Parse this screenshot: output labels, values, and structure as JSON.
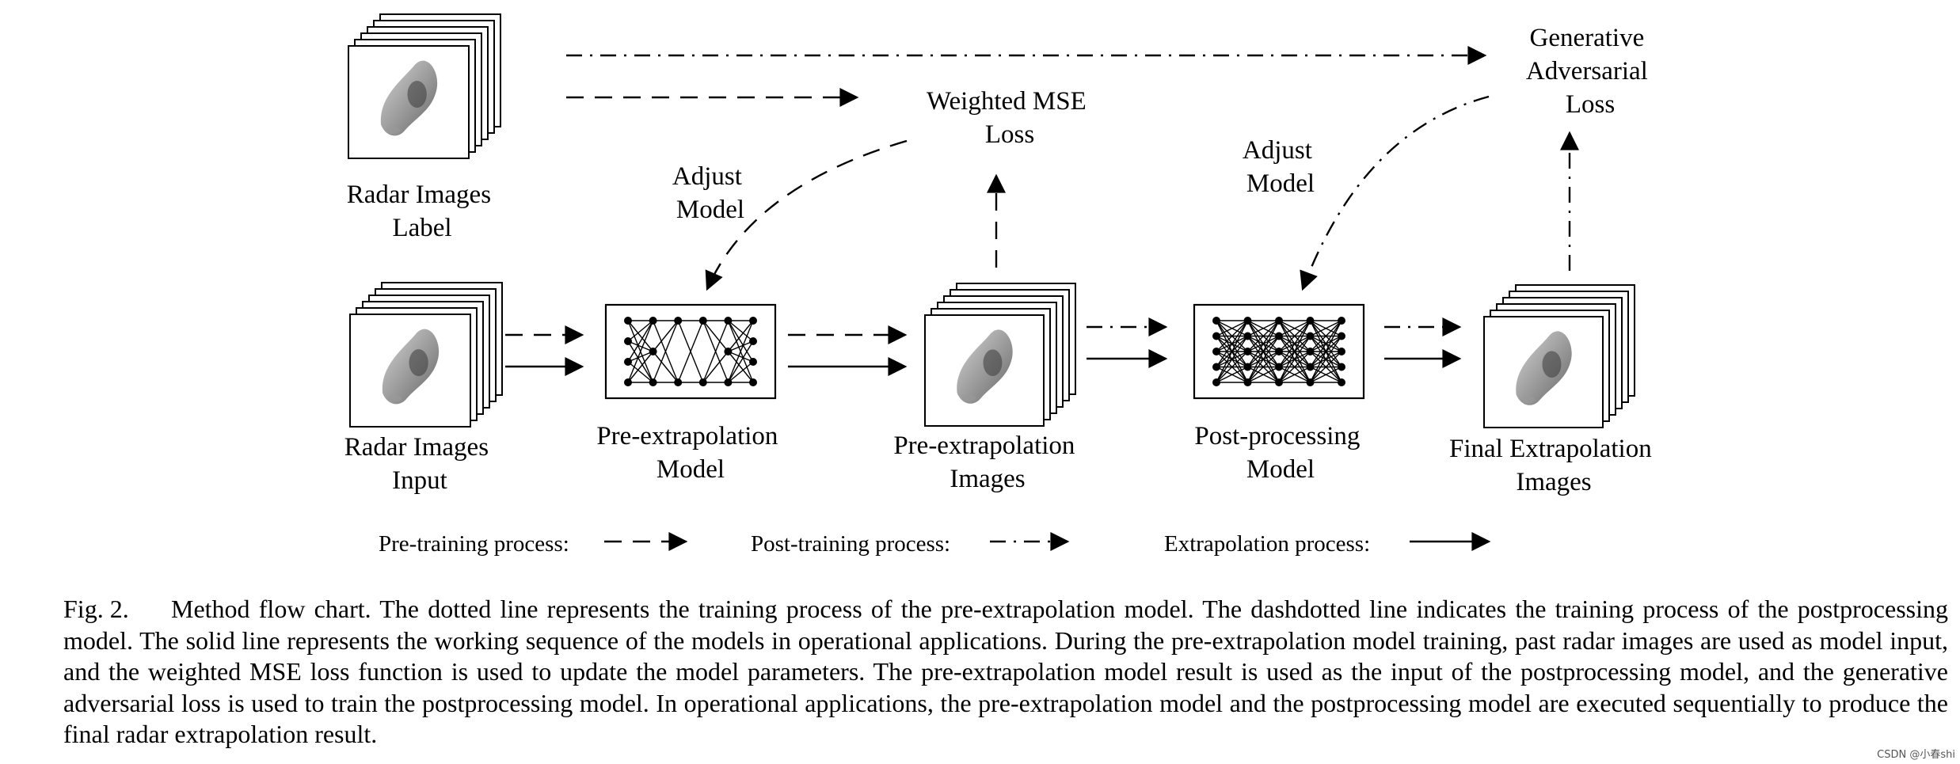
{
  "nodes": {
    "label_stack": [
      "Radar Images",
      "Label"
    ],
    "input_stack": [
      "Radar Images",
      "Input"
    ],
    "pre_model": [
      "Pre-extrapolation",
      "Model"
    ],
    "pre_images": [
      "Pre-extrapolation",
      "Images"
    ],
    "post_model": [
      "Post-processing",
      "Model"
    ],
    "final_images": [
      "Final Extrapolation",
      "Images"
    ],
    "mse_loss": [
      "Weighted MSE",
      "Loss"
    ],
    "gan_loss": [
      "Generative",
      "Adversarial",
      "Loss"
    ],
    "adjust_left": [
      "Adjust",
      "Model"
    ],
    "adjust_right": [
      "Adjust",
      "Model"
    ]
  },
  "legend": {
    "pretraining": "Pre-training process:",
    "posttraining": "Post-training process:",
    "extrapolation": "Extrapolation process:"
  },
  "caption": {
    "fig_number": "Fig. 2.",
    "text": "Method flow chart. The dotted line represents the training process of the pre-extrapolation model. The dashdotted line indicates the training process of the postprocessing model. The solid line represents the working sequence of the models in operational applications. During the pre-extrapolation model training, past radar images are used as model input, and the weighted MSE loss function is used to update the model parameters. The pre-extrapolation model result is used as the input of the postprocessing model, and the generative adversarial loss is used to train the postprocessing model. In operational applications, the pre-extrapolation model and the postprocessing model are executed sequentially to produce the final radar extrapolation result."
  },
  "watermark": "CSDN @小春shi"
}
